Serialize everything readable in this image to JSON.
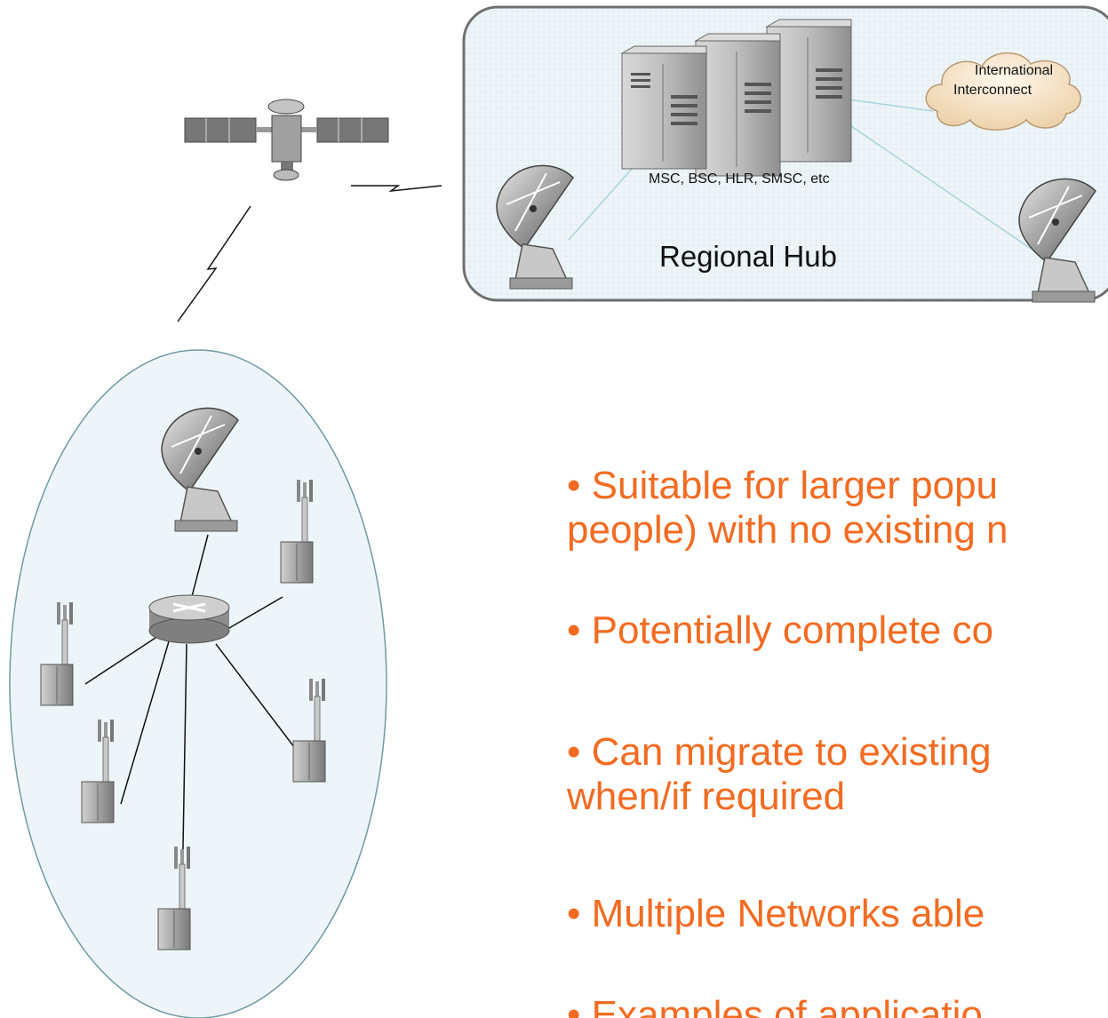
{
  "hub": {
    "title": "Regional Hub",
    "servers_label": "MSC, BSC, HLR, SMSC, etc",
    "cloud_label_line1": "International",
    "cloud_label_line2": "Interconnect"
  },
  "colors": {
    "bullet_text": "#f26b21",
    "hub_fill": "#eef5f8",
    "hub_border": "#6f6f6f",
    "link_line": "#a8d4dc",
    "ellipse_border": "#6f9aa3"
  },
  "icons": [
    "satellite-icon",
    "satellite-dish-icon",
    "server-icon",
    "cloud-icon",
    "router-icon",
    "cell-tower-icon",
    "lightning-link-icon"
  ],
  "bullets": [
    {
      "line1": "• Suitable for larger popu",
      "line2": "people) with no existing n"
    },
    {
      "line1": "• Potentially complete co",
      "line2": ""
    },
    {
      "line1": "• Can migrate to existing",
      "line2": "when/if required"
    },
    {
      "line1": "• Multiple Networks able",
      "line2": ""
    },
    {
      "line1": "• Examples of applicatio",
      "line2": ""
    }
  ]
}
